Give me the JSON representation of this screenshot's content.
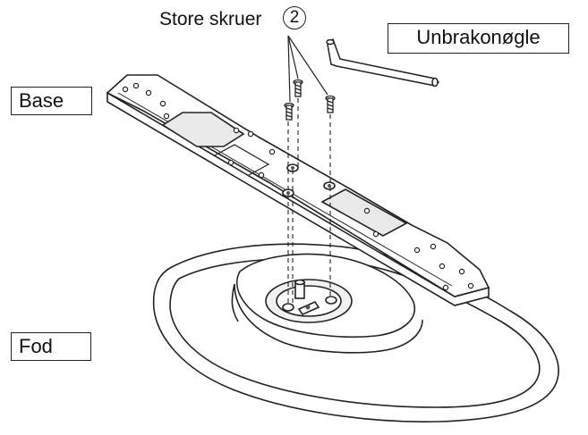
{
  "labels": {
    "screws": "Store skruer",
    "screw_count": "2",
    "hex_key": "Unbrakonøgle",
    "base": "Base",
    "foot": "Fod"
  },
  "colors": {
    "line": "#222222",
    "fill": "#ffffff",
    "shade": "#e9e9e9",
    "hole": "#555555"
  },
  "icons": [
    "allen-key-icon",
    "screw-icon",
    "base-plate-illustration",
    "stand-foot-illustration"
  ]
}
